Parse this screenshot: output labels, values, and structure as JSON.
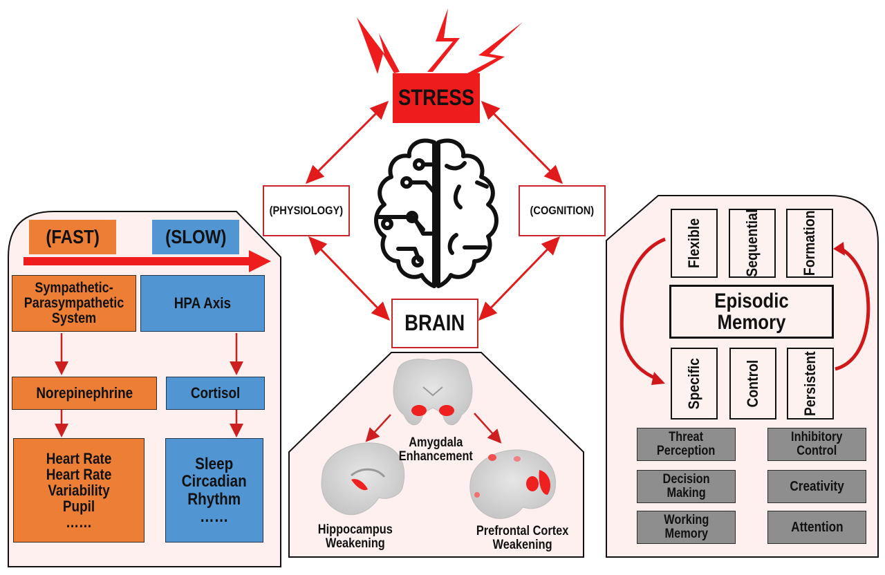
{
  "colors": {
    "stress_red": "#ee1c1c",
    "fast_orange": "#ec7f35",
    "slow_blue": "#5196d3",
    "cognition_grey": "#8e8e8e",
    "panel_bg": "#fdf0ee"
  },
  "center": {
    "stress_label": "STRESS",
    "physiology_label": "(PHYSIOLOGY)",
    "cognition_label": "(COGNITION)",
    "brain_label": "BRAIN",
    "brain_icon": "brain-circuit-icon",
    "lightning_icon": "lightning-bolt-icon"
  },
  "physiology_panel": {
    "fast_label": "(FAST)",
    "slow_label": "(SLOW)",
    "fast_chain": [
      "Sympathetic-\nParasympathetic\nSystem",
      "Norepinephrine",
      "Heart Rate\nHeart Rate\nVariability\nPupil\n……"
    ],
    "slow_chain": [
      "HPA Axis",
      "Cortisol",
      "Sleep\nCircadian\nRhythm\n……"
    ]
  },
  "brain_panel": {
    "regions": [
      {
        "label": "Amygdala\nEnhancement",
        "view": "coronal"
      },
      {
        "label": "Hippocampus\nWeakening",
        "view": "sagittal-medial"
      },
      {
        "label": "Prefrontal Cortex\nWeakening",
        "view": "sagittal-lateral"
      }
    ]
  },
  "cognition_panel": {
    "top_attributes": [
      "Flexible",
      "Sequential",
      "Formation"
    ],
    "center_label": "Episodic Memory",
    "bottom_attributes": [
      "Specific",
      "Control",
      "Persistent"
    ],
    "functions": [
      "Threat\nPerception",
      "Inhibitory\nControl",
      "Decision\nMaking",
      "Creativity",
      "Working\nMemory",
      "Attention"
    ]
  }
}
